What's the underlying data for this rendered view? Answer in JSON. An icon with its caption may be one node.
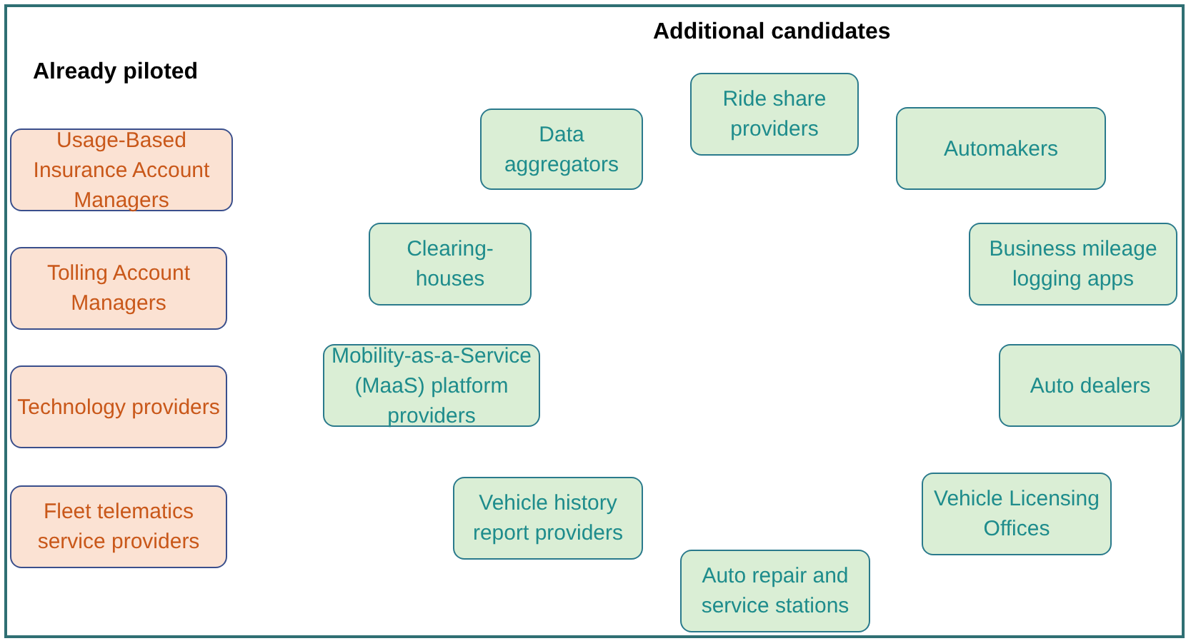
{
  "diagram": {
    "nodes": [
      {
        "text": [
          "Usage-Based Insurance Account Managers"
        ]
      },
      {
        "text": [
          "Tolling Account Managers"
        ]
      },
      {
        "text": [
          "Technology providers"
        ]
      },
      {
        "text": [
          "Fleet telematics service providers"
        ]
      },
      {
        "text": [
          "Ride share providers"
        ]
      },
      {
        "text": [
          "Automakers"
        ]
      },
      {
        "text": [
          "Data aggregators"
        ]
      },
      {
        "text": [
          "Clearing-houses"
        ]
      },
      {
        "text": [
          "Business mileage logging apps"
        ]
      },
      {
        "text": [
          "Mobility-as-a-Service (MaaS) platform providers"
        ]
      },
      {
        "text": [
          "Auto dealers"
        ]
      },
      {
        "text": [
          "Vehicle Licensing Offices"
        ]
      },
      {
        "text": [
          "Vehicle history report providers"
        ]
      },
      {
        "text": [
          "Auto repair and service stations"
        ]
      }
    ],
    "edges": [],
    "labels": [
      "Additional candidates",
      "Already piloted"
    ]
  }
}
